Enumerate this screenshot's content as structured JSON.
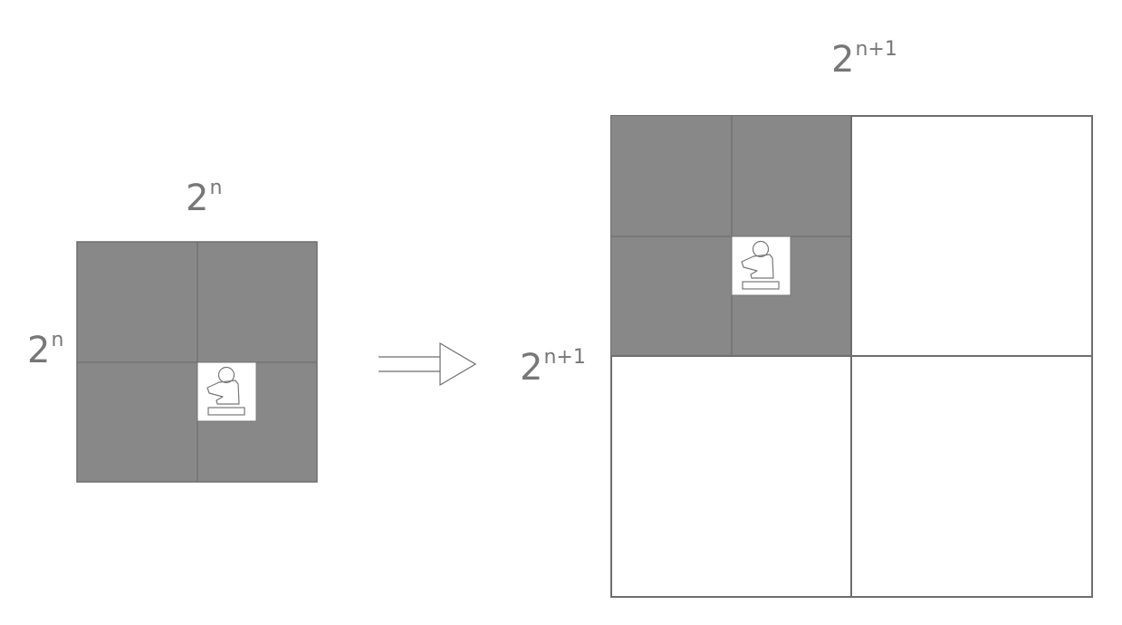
{
  "labels": {
    "small_top": {
      "base": "2",
      "exponent": "n"
    },
    "small_left": {
      "base": "2",
      "exponent": "n"
    },
    "big_top": {
      "base": "2",
      "exponent": "n+1"
    },
    "big_left": {
      "base": "2",
      "exponent": "n+1"
    }
  },
  "colors": {
    "filled_quadrant": "#888888",
    "grid_line": "#6e6e6e",
    "empty_quadrant": "#ffffff",
    "label": "#777777",
    "marker_cell": "#ffffff",
    "marker_stroke": "#777777"
  },
  "icons": {
    "marker": "statue-bust-icon",
    "arrow": "double-arrow-right-icon"
  }
}
